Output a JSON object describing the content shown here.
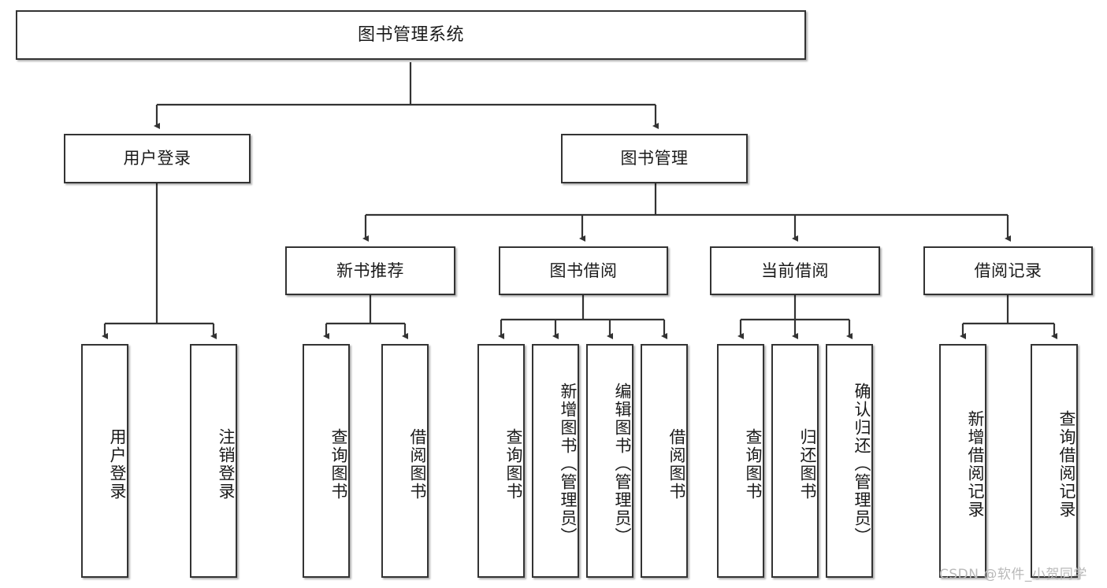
{
  "diagram": {
    "title": "图书管理系统",
    "type": "tree",
    "watermark": "CSDN @软件_小贺同学",
    "levels": {
      "root": {
        "label": "图书管理系统"
      },
      "level2": [
        {
          "label": "用户登录"
        },
        {
          "label": "图书管理"
        }
      ],
      "level3": [
        {
          "label": "新书推荐"
        },
        {
          "label": "图书借阅"
        },
        {
          "label": "当前借阅"
        },
        {
          "label": "借阅记录"
        }
      ],
      "leaves": {
        "user_login": [
          {
            "label": "用户登录"
          },
          {
            "label": "注销登录"
          }
        ],
        "new_book_recommend": [
          {
            "label": "查询图书"
          },
          {
            "label": "借阅图书"
          }
        ],
        "book_borrow": [
          {
            "label": "查询图书"
          },
          {
            "label": "新增图书（管理员）"
          },
          {
            "label": "编辑图书（管理员）"
          },
          {
            "label": "借阅图书"
          }
        ],
        "current_borrow": [
          {
            "label": "查询图书"
          },
          {
            "label": "归还图书"
          },
          {
            "label": "确认归还（管理员）"
          }
        ],
        "borrow_record": [
          {
            "label": "新增借阅记录"
          },
          {
            "label": "查询借阅记录"
          }
        ]
      }
    },
    "colors": {
      "box_border": "#333333",
      "box_fill": "#ffffff",
      "connector": "#333333",
      "text": "#1a1a1a",
      "watermark": "#b9b9b9"
    }
  }
}
